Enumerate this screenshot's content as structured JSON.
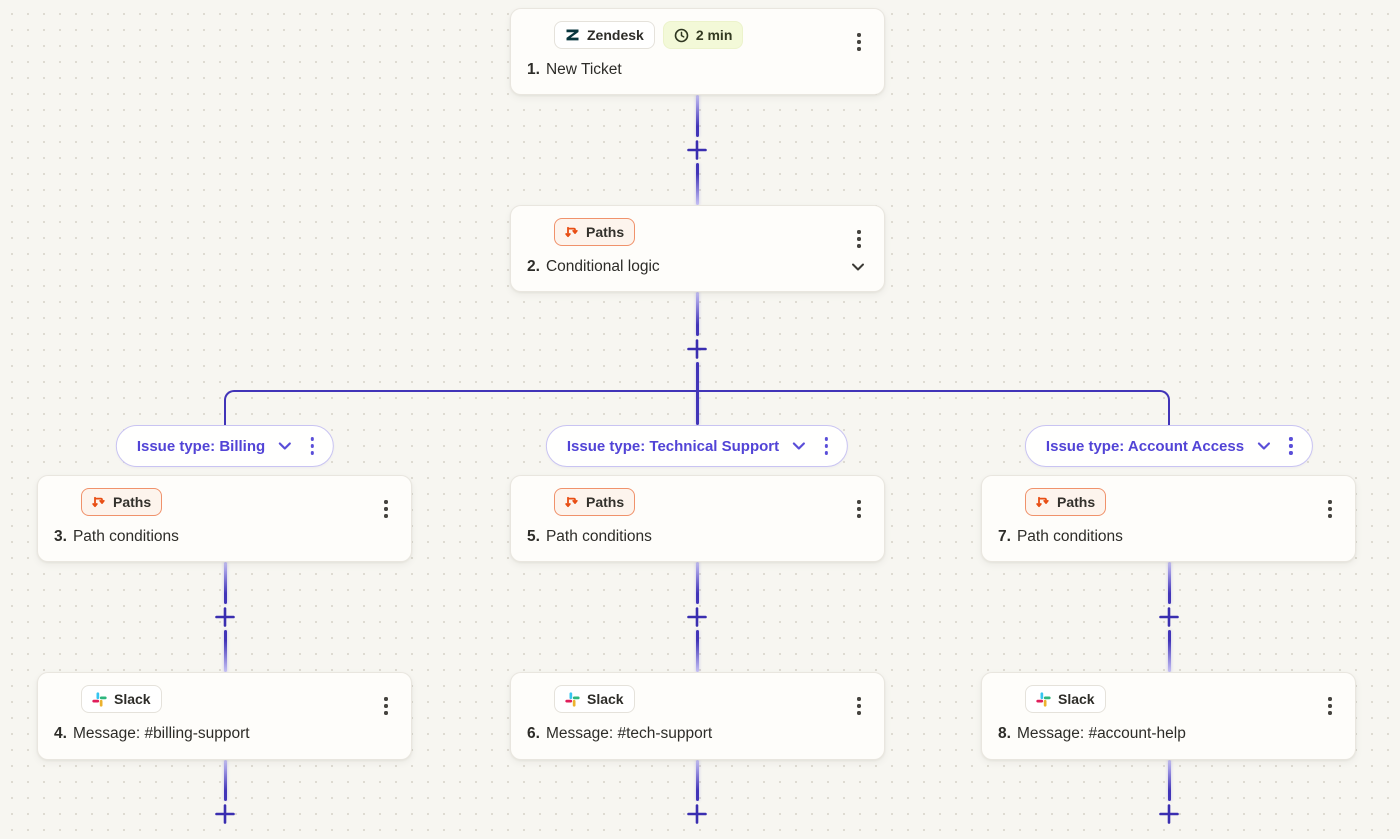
{
  "colors": {
    "canvas_bg": "#f7f6f1",
    "dot_grid": "#dedbd2",
    "connector_indigo": "#4134b8",
    "branch_accent": "#5244d6",
    "branch_pill_border": "#c9c4f2",
    "paths_orange": "#e84e14",
    "paths_badge_bg": "#fdf4ed",
    "paths_badge_border": "#f0926b",
    "duration_badge_bg": "#f3f9d8",
    "zendesk_brand": "#09363d",
    "slack_blue": "#36C5F0",
    "slack_green": "#2EB67D",
    "slack_red": "#E01E5A",
    "slack_yellow": "#ECB22E",
    "card_bg": "#fefdfa"
  },
  "icons": {
    "zendesk": "zendesk-logo-icon",
    "slack": "slack-logo-icon",
    "clock": "clock-icon",
    "paths": "paths-split-arrow-icon",
    "kebab": "kebab-menu-icon",
    "chevron": "chevron-down-icon",
    "plus": "plus-icon"
  },
  "workflow": {
    "add_step_symbol": "+",
    "trigger": {
      "number": "1.",
      "title": "New Ticket",
      "app_badge": {
        "label": "Zendesk"
      },
      "duration_badge": {
        "label": "2 min"
      }
    },
    "logic_step": {
      "number": "2.",
      "title": "Conditional logic",
      "type_badge": {
        "label": "Paths"
      }
    },
    "branches": [
      {
        "label": "Issue type: Billing",
        "path_step": {
          "number": "3.",
          "title": "Path conditions",
          "type_badge": {
            "label": "Paths"
          }
        },
        "action_step": {
          "number": "4.",
          "title": "Message: #billing-support",
          "app_badge": {
            "label": "Slack"
          }
        }
      },
      {
        "label": "Issue type: Technical Support",
        "path_step": {
          "number": "5.",
          "title": "Path conditions",
          "type_badge": {
            "label": "Paths"
          }
        },
        "action_step": {
          "number": "6.",
          "title": "Message: #tech-support",
          "app_badge": {
            "label": "Slack"
          }
        }
      },
      {
        "label": "Issue type: Account Access",
        "path_step": {
          "number": "7.",
          "title": "Path conditions",
          "type_badge": {
            "label": "Paths"
          }
        },
        "action_step": {
          "number": "8.",
          "title": "Message: #account-help",
          "app_badge": {
            "label": "Slack"
          }
        }
      }
    ]
  }
}
